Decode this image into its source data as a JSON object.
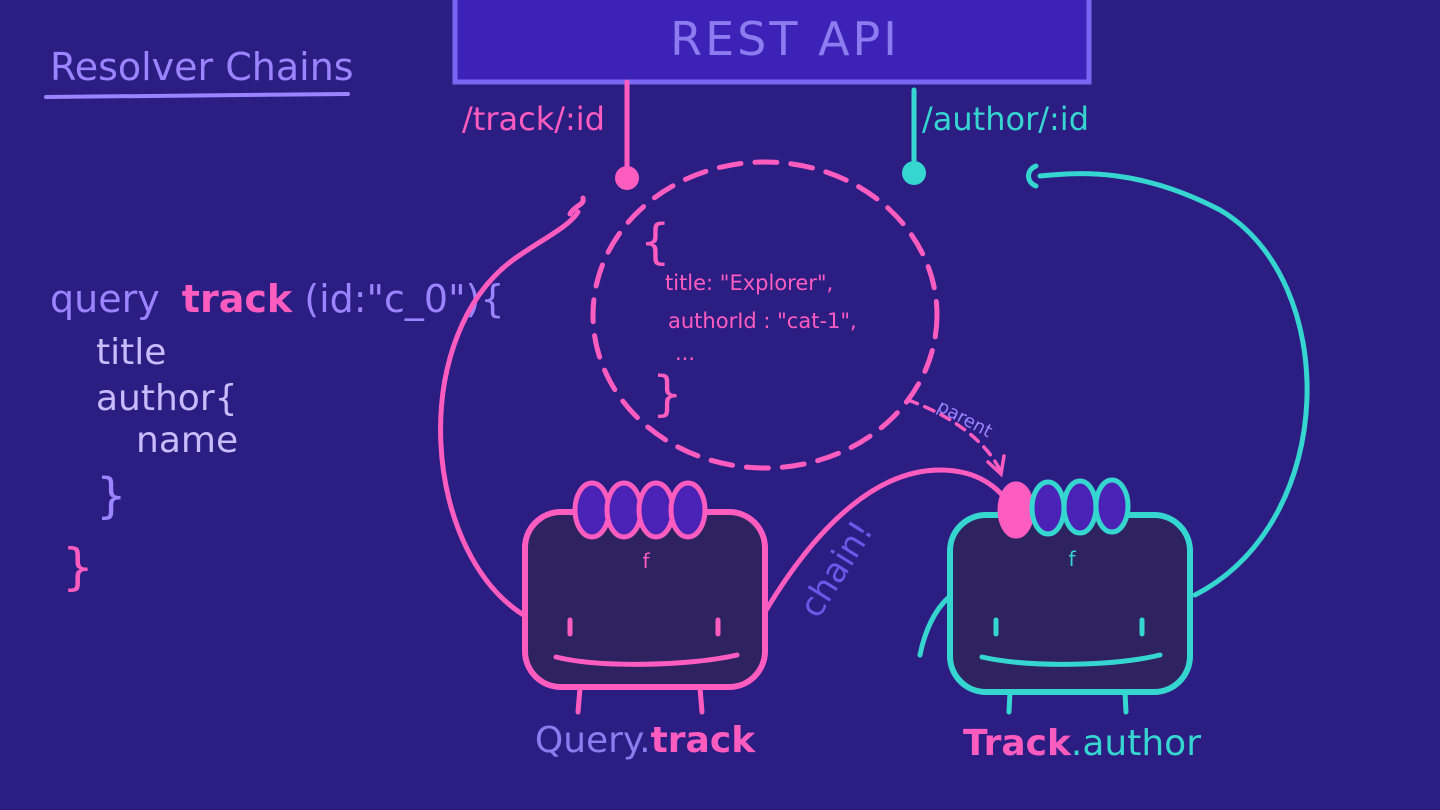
{
  "title": "Resolver Chains",
  "rest_api": {
    "label": "REST API"
  },
  "endpoints": {
    "track": "/track/:id",
    "author": "/author/:id"
  },
  "query_code": {
    "keyword": "query",
    "field": "track",
    "args": "(id:\"c_0\"){",
    "lines": [
      "title",
      "author{",
      "name",
      "}",
      "}"
    ]
  },
  "response_object": {
    "open_brace": "{",
    "lines": [
      "title: \"Explorer\",",
      "authorId : \"cat-1\",",
      "..."
    ],
    "close_brace": "}"
  },
  "annotations": {
    "parent": "parent",
    "chain": "chain!"
  },
  "resolvers": [
    {
      "type": "Query",
      "sep": ".",
      "field": "track",
      "symbol": "f"
    },
    {
      "type": "Track",
      "sep": ".",
      "field": "author",
      "symbol": "f"
    }
  ],
  "colors": {
    "background": "#2c1d83",
    "panel": "#3d22b8",
    "panel_border": "#7a66f2",
    "pink": "#ff5cc0",
    "teal": "#36d6d0",
    "lavender": "#9b84ff",
    "body_fill": "#2e2260",
    "slot_fill": "#4a22b6"
  }
}
